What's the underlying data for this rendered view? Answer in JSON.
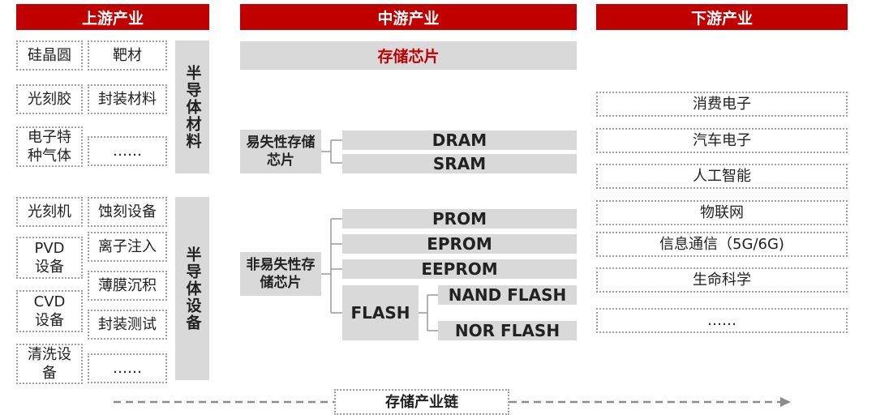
{
  "headers": {
    "upstream": "上游产业",
    "midstream": "中游产业",
    "downstream": "下游产业"
  },
  "upstream": {
    "materials_label": "半导体材料",
    "materials": [
      "硅晶圆",
      "靶材",
      "光刻胶",
      "封装材料",
      "电子特种气体",
      "……"
    ],
    "equipment_label": "半导体设备",
    "equipment": [
      "光刻机",
      "蚀刻设备",
      "PVD设备",
      "离子注入",
      "薄膜沉积",
      "CVD设备",
      "封装测试",
      "清洗设备",
      "……"
    ]
  },
  "midstream": {
    "title": "存储芯片",
    "volatile_label": "易失性存储芯片",
    "volatile": [
      "DRAM",
      "SRAM"
    ],
    "nonvolatile_label": "非易失性存储芯片",
    "nonvolatile": [
      "PROM",
      "EPROM",
      "EEPROM"
    ],
    "flash_label": "FLASH",
    "flash_types": [
      "NAND FLASH",
      "NOR FLASH"
    ]
  },
  "downstream": {
    "items": [
      "消费电子",
      "汽车电子",
      "人工智能",
      "物联网",
      "信息通信（5G/6G)",
      "生命科学",
      "……"
    ]
  },
  "footer": {
    "chain_label": "存储产业链"
  },
  "colors": {
    "accent": "#c00000",
    "box_fill": "#d9d9d9",
    "dashed_border": "#a0a0a0"
  }
}
